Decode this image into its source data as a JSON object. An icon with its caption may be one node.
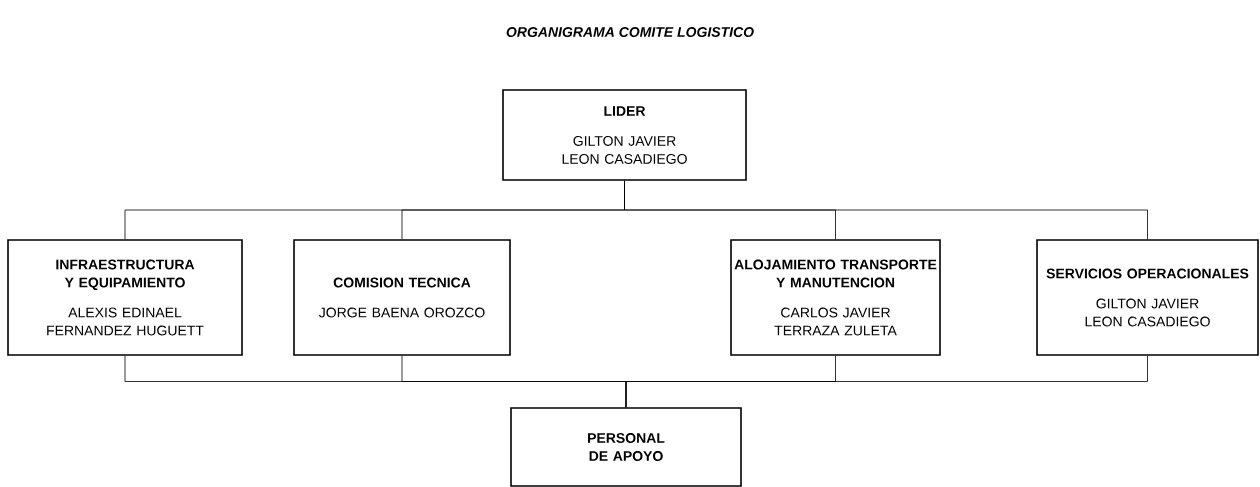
{
  "diagram": {
    "title": "ORGANIGRAMA COMITE LOGISTICO",
    "nodes": [
      {
        "text": [
          "LIDER",
          "GILTON JAVIER LEON CASADIEGO"
        ]
      },
      {
        "text": [
          "INFRAESTRUCTURA Y EQUIPAMIENTO",
          "ALEXIS EDINAEL FERNANDEZ HUGUETT"
        ]
      },
      {
        "text": [
          "COMISION TECNICA",
          "JORGE BAENA OROZCO"
        ]
      },
      {
        "text": [
          "ALOJAMIENTO TRANSPORTE Y MANUTENCION",
          "CARLOS JAVIER TERRAZA ZULETA"
        ]
      },
      {
        "text": [
          "SERVICIOS OPERACIONALES",
          "GILTON JAVIER LEON CASADIEGO"
        ]
      },
      {
        "text": [
          "PERSONAL DE APOYO"
        ]
      }
    ],
    "edges": [
      {
        "from": 0,
        "to": 1,
        "arrow": "none"
      },
      {
        "from": 0,
        "to": 2,
        "arrow": "none"
      },
      {
        "from": 0,
        "to": 3,
        "arrow": "none"
      },
      {
        "from": 0,
        "to": 4,
        "arrow": "none"
      },
      {
        "from": 1,
        "to": 5,
        "arrow": "none"
      },
      {
        "from": 2,
        "to": 5,
        "arrow": "none"
      },
      {
        "from": 3,
        "to": 5,
        "arrow": "none"
      },
      {
        "from": 4,
        "to": 5,
        "arrow": "none"
      }
    ]
  }
}
